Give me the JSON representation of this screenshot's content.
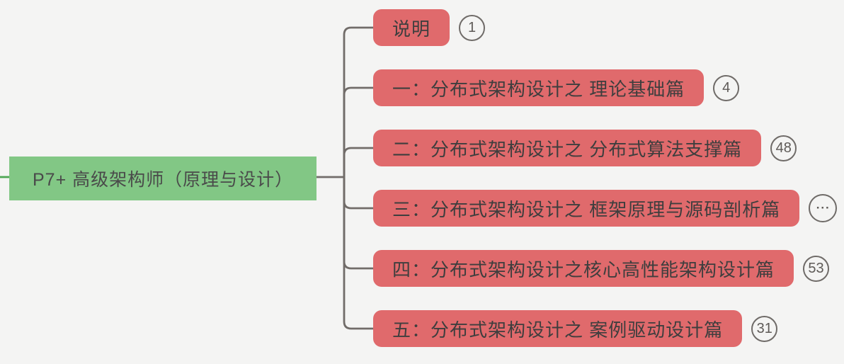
{
  "root": {
    "label": "P7+ 高级架构师（原理与设计）"
  },
  "children": [
    {
      "label": "说明",
      "badge": "1"
    },
    {
      "label": "一：分布式架构设计之 理论基础篇",
      "badge": "4"
    },
    {
      "label": "二：分布式架构设计之 分布式算法支撑篇",
      "badge": "48"
    },
    {
      "label": "三：分布式架构设计之 框架原理与源码剖析篇",
      "badge": "···"
    },
    {
      "label": "四：分布式架构设计之核心高性能架构设计篇",
      "badge": "53"
    },
    {
      "label": "五：分布式架构设计之 案例驱动设计篇",
      "badge": "31"
    }
  ],
  "colors": {
    "background": "#f4f4f3",
    "root_fill": "#82c785",
    "child_fill": "#e06a6c",
    "connector": "#716c69",
    "root_stub_line": "#4da653",
    "badge_border": "#6f6b68",
    "node_text": "#3e3e3e"
  }
}
